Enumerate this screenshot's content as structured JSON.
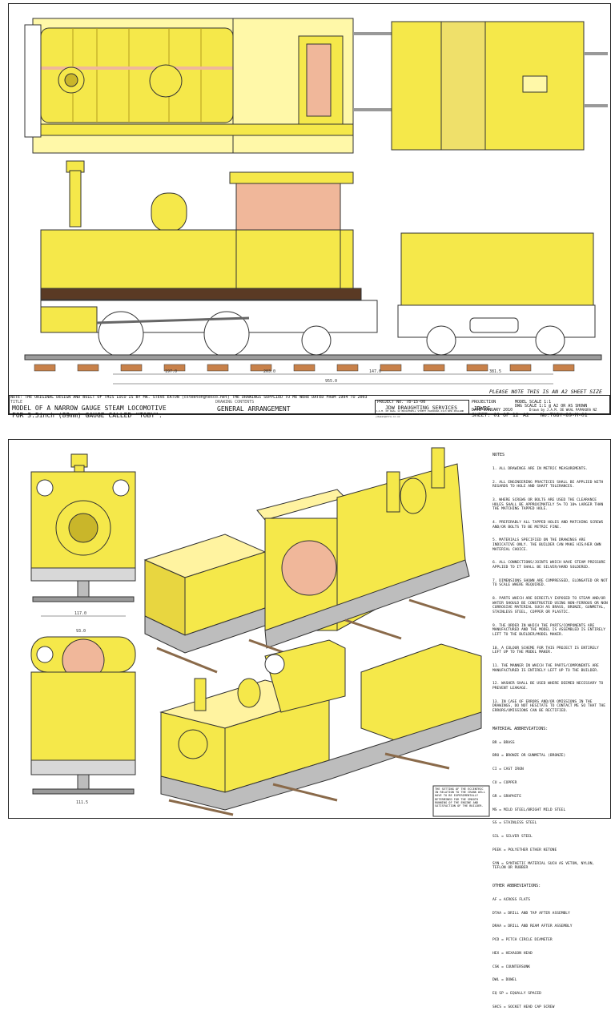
{
  "colors": {
    "body": "#f5e84a",
    "body_dark": "#c9b62a",
    "copper": "#f0b79a",
    "steel": "#a9a9a9",
    "rail": "#9b9b9b",
    "sleeper": "#c8814a",
    "line": "#333333"
  },
  "sheet1": {
    "a2_note": "PLEASE NOTE THIS IS AN A2 SHEET SIZE",
    "note_line": "NOTE: THE ORIGINAL DESIGN AND BUILT OF THIS LOCO IS BY MR. STEVE EATON (csteeton@tesco.net) THE DRAWINGS SUPPLIED TO ME WERE DATED FROM 1994 TO 2003",
    "title_label": "TITLE",
    "title_1": "MODEL OF A NARROW GAUGE STEAM LOCOMOTIVE",
    "title_2": "FOR 3.5inch (89mm) GAUGE CALLED \"TOBY\".",
    "contents_label": "DRAWING CONTENTS",
    "contents": "GENERAL ARRANGEMENT",
    "project": "PROJECT No. 78-15-00",
    "company": "JDW DRAUGHTING SERVICES",
    "address": "J.A.M. DE WAAL 12 BRIGHTWELL STREET PAPAKURA 2113 NEW ZEALAND PHONE 0064 09 2989855 FAX 0064 09 2989855 E-MAIL jdwaal@xtra.co.nz",
    "projection": "PROJECTION",
    "logo": "JDWDS",
    "model_scale": "MODEL SCALE 1:1",
    "dwg_scale": "DWG SCALE 1:1 @ A2 OR AS SHOWN",
    "date": "DATE JANUARY 2010",
    "drawn": "Drawn by J.A.M. DE WAAL PAPAKURA NZ",
    "sheet": "SHEET: 01 OF 12",
    "size": "A2",
    "number": "No:TOBY-89-M-01",
    "dims": [
      "197.0",
      "203.0",
      "147.0",
      "381.5",
      "955.0"
    ]
  },
  "sheet2": {
    "notes_title": "NOTES",
    "notes": [
      "1. ALL DRAWINGS ARE IN METRIC MEASUREMENTS.",
      "2. ALL ENGINEERING PRACTICES SHALL BE APPLIED WITH REGARDS TO HOLE AND SHAFT TOLERANCES.",
      "3. WHERE SCREWS OR BOLTS ARE USED THE CLEARANCE HOLES SHALL BE APPROXIMATELY 5% TO 10% LARGER THAN THE MATCHING TAPPED HOLE.",
      "4. PREFERABLY ALL TAPPED HOLES AND MATCHING SCREWS AND/OR BOLTS TO BE METRIC FINE.",
      "5. MATERIALS SPECIFIED ON THE DRAWINGS ARE INDICATIVE ONLY. THE BUILDER CAN MAKE HIS/HER OWN MATERIAL CHOICE.",
      "6. ALL CONNECTIONS/JOINTS WHICH HAVE STEAM PRESSURE APPLIED TO IT SHALL BE SILVER/HARD SOLDERED.",
      "7. DIMENSIONS SHOWN ARE COMPRESSED, ELONGATED OR NOT TO SCALE WHERE REQUIRED.",
      "8. PARTS WHICH ARE DIRECTLY EXPOSED TO STEAM AND/OR WATER SHOULD BE CONSTRUCTED USING NON-FERROUS OR NON CORROSIVE MATERIAL SUCH AS BRASS, BRONZE, GUNMETAL, STAINLESS STEEL, COPPER OR PLASTIC.",
      "9. THE ORDER IN WHICH THE PARTS/COMPONENTS ARE MANUFACTURED AND THE MODEL IS ASSEMBLED IS ENTIRELY LEFT TO THE BUILDER/MODEL MAKER.",
      "10. A COLOUR SCHEME FOR THIS PROJECT IS ENTIRELY LEFT UP TO THE MODEL MAKER.",
      "11. THE MANNER IN WHICH THE PARTS/COMPONENTS ARE MANUFACTURED IS ENTIRELY LEFT UP TO THE BUILDER.",
      "12. WASHER SHALL BE USED WHERE DEEMED NECESSARY TO PREVENT LEAKAGE.",
      "13. IN CASE OF ERRORS AND/OR OMISSIONS IN THE DRAWINGS, DO NOT HESITATE TO CONTACT ME SO THAT THE ERRORS/OMISSIONS CAN BE RECTIFIED."
    ],
    "materials_title": "MATERIAL ABBREVIATIONS:",
    "materials": [
      "BR = BRASS",
      "BRO = BRONZE OR GUNMETAL (BRONZE)",
      "CI = CAST IRON",
      "CU = COPPER",
      "GR = GRAPHITE",
      "MS = MILD STEEL/BRIGHT MILD STEEL",
      "SS = STAINLESS STEEL",
      "SIL = SILVER STEEL",
      "PEEK = POLYETHER ETHER KETONE",
      "SYN = SYNTHETIC MATERIAL SUCH AS VETON, NYLON, TEFLON OR RUBBER"
    ],
    "other_title": "OTHER ABBREVIATIONS:",
    "other": [
      "AF = ACROSS FLATS",
      "DTAA = DRILL AND TAP AFTER ASSEMBLY",
      "DRAA = DRILL AND REAM AFTER ASSEMBLY",
      "PCD = PITCH CIRCLE DIAMETER",
      "HEX = HEXAGON HEAD",
      "CSK = COUNTERSUNK",
      "DWL = DOWEL",
      "EQ SP = EQUALLY SPACED",
      "SHCS = SOCKET HEAD CAP SCREW"
    ],
    "box_note": "THE SETTING OF THE ECCENTRIC IN RELATION TO THE CRANK WILL HAVE TO BE EXPERIMENTALLY DETERMINED FOR THE SMOOTH RUNNING OF THE ENGINE AND SATISFACTION OF THE BUILDER.",
    "dims": [
      "117.0",
      "93.0",
      "111.5"
    ]
  }
}
